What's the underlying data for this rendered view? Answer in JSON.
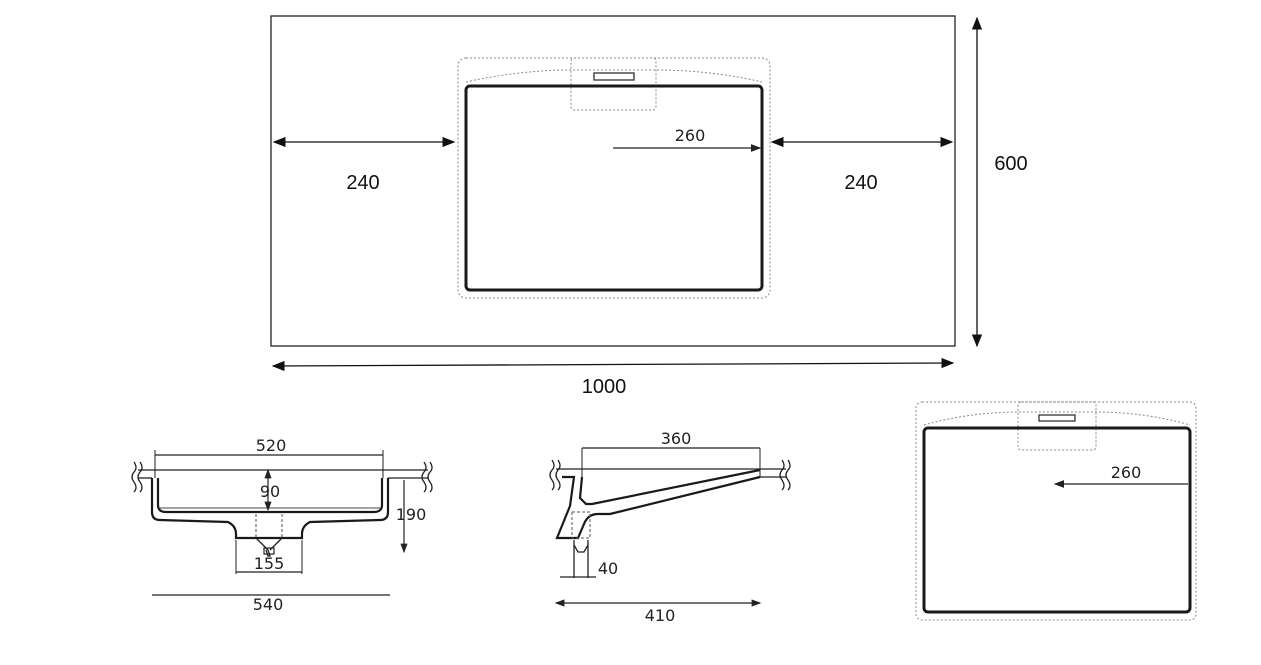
{
  "top_view": {
    "overall_width": "1000",
    "overall_depth": "600",
    "left_offset": "240",
    "right_offset": "240",
    "half_width": "260"
  },
  "front_section": {
    "inner_width": "520",
    "bowl_depth": "90",
    "total_height": "190",
    "outlet_width": "155",
    "overall_width": "540"
  },
  "side_section": {
    "top_length": "360",
    "outlet_height": "40",
    "overall_length": "410"
  },
  "detail_view": {
    "half_width": "260"
  }
}
